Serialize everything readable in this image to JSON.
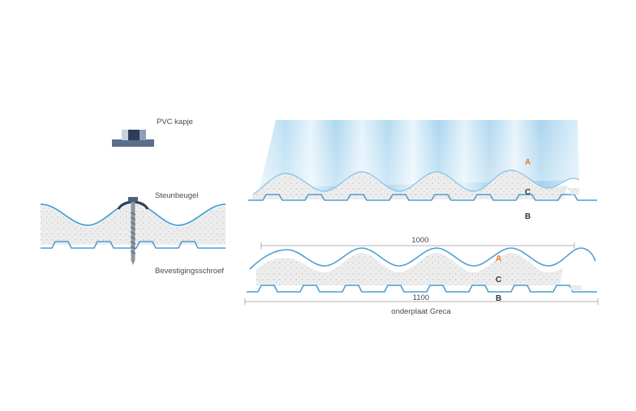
{
  "labels": {
    "pvc_cap": "PVC kapje",
    "bracket": "Steunbeugel",
    "screw": "Bevestigingsschroef",
    "under_sheet": "onderplaat Greca"
  },
  "letters": {
    "a": "A",
    "b": "B",
    "c": "C"
  },
  "dimensions": {
    "top_width": "1000",
    "bottom_width": "1100"
  },
  "colors": {
    "line_blue": "#4a9fd4",
    "letter_a": "#e87722",
    "letter_dark": "#333333",
    "foam": "#ececec",
    "cap_dark": "#3c4a63",
    "cap_mid": "#6f88a6",
    "sheet_light": "#e3f2fb",
    "sheet_mid": "#a9d6f0"
  }
}
